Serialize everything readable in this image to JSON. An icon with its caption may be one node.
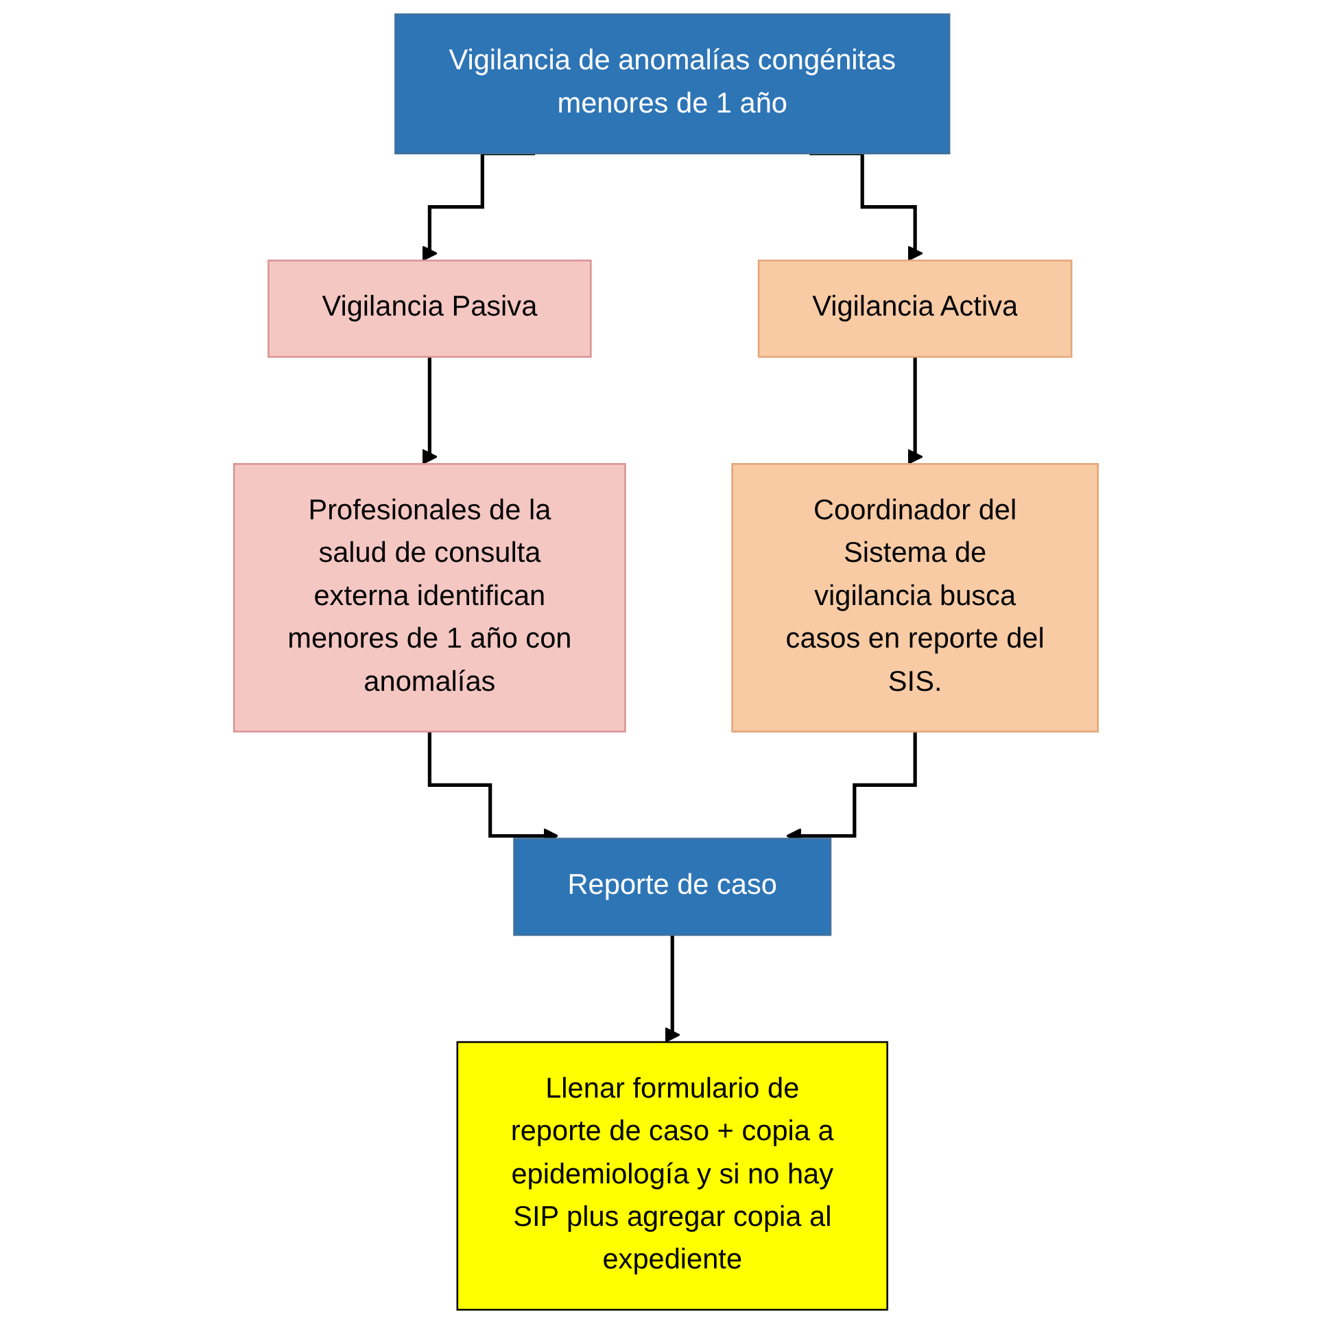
{
  "diagram": {
    "nodes": [
      {
        "text": [
          "Vigilancia de anomalías congénitas menores de 1 año"
        ]
      },
      {
        "text": [
          "Vigilancia Pasiva"
        ]
      },
      {
        "text": [
          "Vigilancia Activa"
        ]
      },
      {
        "text": [
          "Profesionales de la salud de consulta externa identifican menores de 1 año con anomalías"
        ]
      },
      {
        "text": [
          "Coordinador del Sistema de vigilancia busca casos en reporte del SIS."
        ]
      },
      {
        "text": [
          "Reporte de caso"
        ]
      },
      {
        "text": [
          "Llenar formulario de reporte de caso + copia a epidemiología y si no hay SIP plus agregar copia al expediente"
        ]
      }
    ],
    "edges": [
      {
        "from": 0,
        "to": 1,
        "arrow": "to"
      },
      {
        "from": 0,
        "to": 2,
        "arrow": "to"
      },
      {
        "from": 1,
        "to": 3,
        "arrow": "to"
      },
      {
        "from": 2,
        "to": 4,
        "arrow": "to"
      },
      {
        "from": 3,
        "to": 5,
        "arrow": "to"
      },
      {
        "from": 4,
        "to": 5,
        "arrow": "to"
      },
      {
        "from": 5,
        "to": 6,
        "arrow": "to"
      }
    ]
  }
}
